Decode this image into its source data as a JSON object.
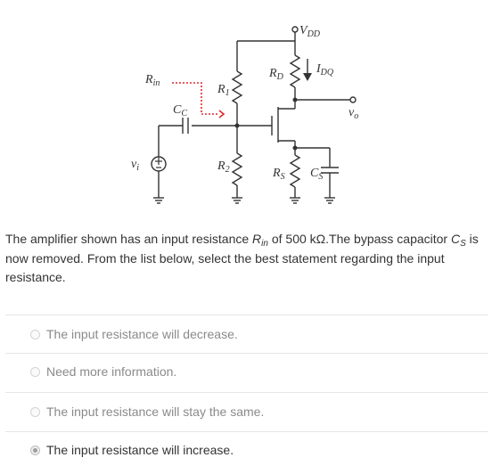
{
  "circuit": {
    "labels": {
      "vdd": "V",
      "vdd_sub": "DD",
      "rd": "R",
      "rd_sub": "D",
      "idq": "I",
      "idq_sub": "DQ",
      "vo": "v",
      "vo_sub": "o",
      "rin": "R",
      "rin_sub": "in",
      "r1": "R",
      "r1_sub": "1",
      "cc": "C",
      "cc_sub": "C",
      "vi": "v",
      "vi_sub": "i",
      "r2": "R",
      "r2_sub": "2",
      "rs": "R",
      "rs_sub": "S",
      "cs": "C",
      "cs_sub": "S"
    },
    "colors": {
      "arrow": "#e0282e",
      "wire": "#333333"
    }
  },
  "question": {
    "part1": "The amplifier shown has an input resistance ",
    "rin_main": "R",
    "rin_sub": "in",
    "part2": " of 500 kΩ.The bypass capacitor ",
    "cs_main": "C",
    "cs_sub": "S",
    "part3": " is now removed. From the list below, select the best statement regarding the input resistance."
  },
  "options": [
    {
      "text": "The input resistance will decrease.",
      "selected": false
    },
    {
      "text": "Need more information.",
      "selected": false
    },
    {
      "text": "The input resistance will stay the same.",
      "selected": false
    },
    {
      "text": "The input resistance will increase.",
      "selected": true
    }
  ]
}
